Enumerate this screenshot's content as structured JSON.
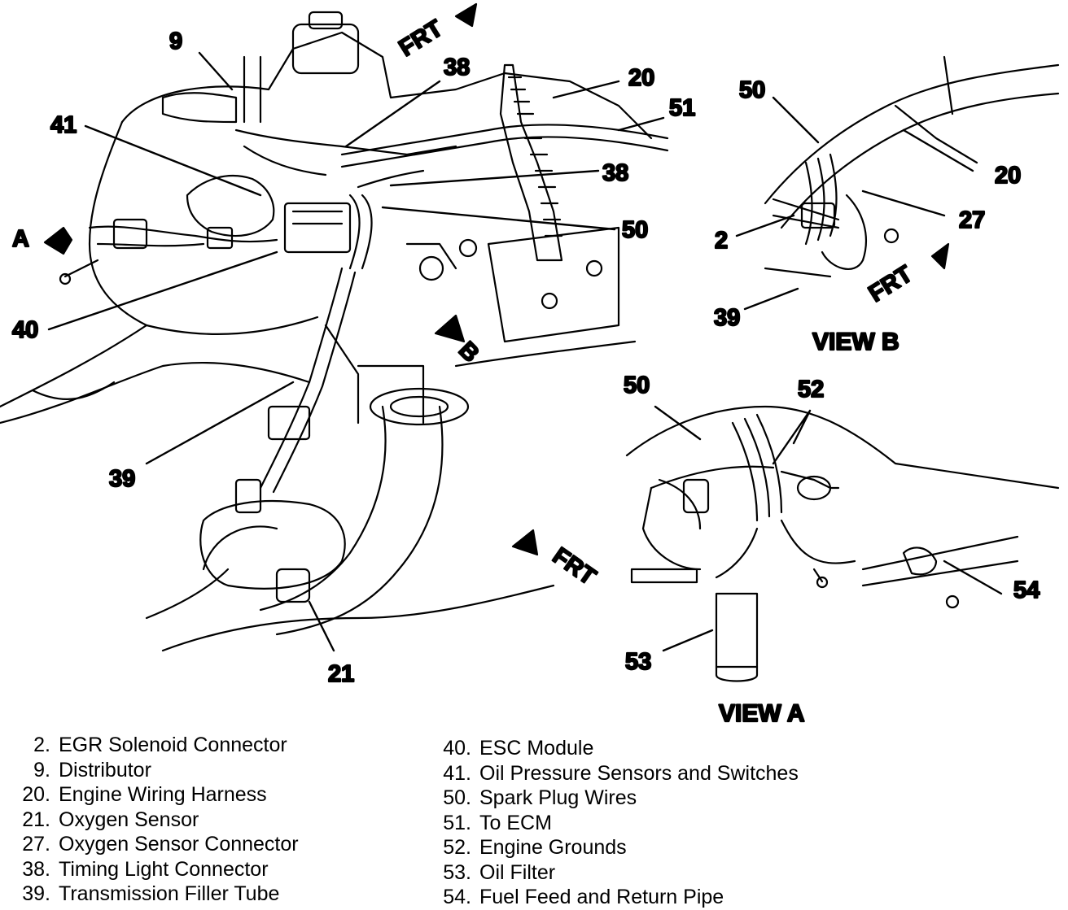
{
  "labels": {
    "l9": "9",
    "l38a": "38",
    "l20a": "20",
    "l51": "51",
    "l41": "41",
    "l38b": "38",
    "l50a": "50",
    "lA": "A",
    "l40": "40",
    "l39a": "39",
    "l21": "21",
    "l50b": "50",
    "l20b": "20",
    "l27": "27",
    "l2": "2",
    "l39b": "39",
    "l50c": "50",
    "l52": "52",
    "l54": "54",
    "l53": "53",
    "lB": "B"
  },
  "frt_labels": {
    "top": "FRT",
    "viewB": "FRT",
    "viewA": "FRT"
  },
  "view_titles": {
    "b": "VIEW B",
    "a": "VIEW A"
  },
  "legend": {
    "left": [
      {
        "num": "2.",
        "text": "EGR Solenoid Connector"
      },
      {
        "num": "9.",
        "text": "Distributor"
      },
      {
        "num": "20.",
        "text": "Engine Wiring Harness"
      },
      {
        "num": "21.",
        "text": "Oxygen Sensor"
      },
      {
        "num": "27.",
        "text": "Oxygen Sensor Connector"
      },
      {
        "num": "38.",
        "text": "Timing Light Connector"
      },
      {
        "num": "39.",
        "text": "Transmission Filler Tube"
      }
    ],
    "right": [
      {
        "num": "40.",
        "text": "ESC Module"
      },
      {
        "num": "41.",
        "text": "Oil Pressure Sensors and Switches"
      },
      {
        "num": "50.",
        "text": "Spark Plug Wires"
      },
      {
        "num": "51.",
        "text": "To ECM"
      },
      {
        "num": "52.",
        "text": "Engine Grounds"
      },
      {
        "num": "53.",
        "text": "Oil Filter"
      },
      {
        "num": "54.",
        "text": "Fuel Feed and Return Pipe"
      }
    ]
  }
}
